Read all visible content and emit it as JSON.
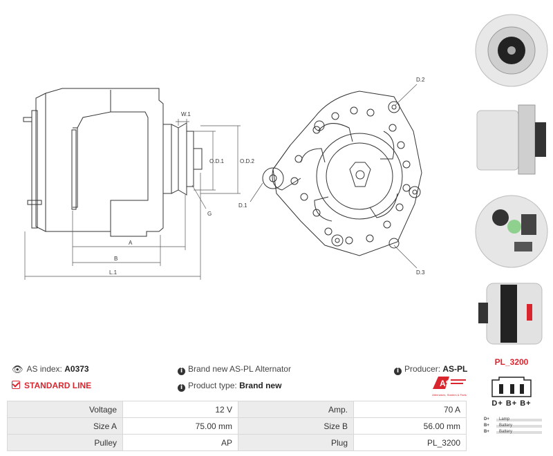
{
  "info": {
    "as_index_label": "AS index:",
    "as_index_value": "A0373",
    "description": "Brand new AS-PL Alternator",
    "producer_label": "Producer:",
    "producer_value": "AS-PL",
    "standard_line": "STANDARD LINE",
    "product_type_label": "Product type:",
    "product_type_value": "Brand new"
  },
  "logo": {
    "text": "AS",
    "tagline": "Alternators, Starters & Parts"
  },
  "drawing_labels": {
    "w1": "W.1",
    "od1": "O.D.1",
    "od2": "O.D.2",
    "g": "G",
    "a": "A",
    "b": "B",
    "l1": "L.1",
    "d1": "D.1",
    "d2": "D.2",
    "d3": "D.3"
  },
  "specs": [
    {
      "k1": "Voltage",
      "v1": "12 V",
      "k2": "Amp.",
      "v2": "70 A"
    },
    {
      "k1": "Size A",
      "v1": "75.00 mm",
      "k2": "Size B",
      "v2": "56.00 mm"
    },
    {
      "k1": "Pulley",
      "v1": "AP",
      "k2": "Plug",
      "v2": "PL_3200"
    }
  ],
  "plug": {
    "title": "PL_3200",
    "pins": "D+ B+ B+",
    "legend": [
      {
        "key": "D+",
        "text": "Lamp"
      },
      {
        "key": "B+",
        "text": "Battery"
      },
      {
        "key": "B+",
        "text": "Battery"
      }
    ]
  },
  "colors": {
    "accent": "#d9262e",
    "table_key_bg": "#ececec",
    "line": "#333333"
  }
}
